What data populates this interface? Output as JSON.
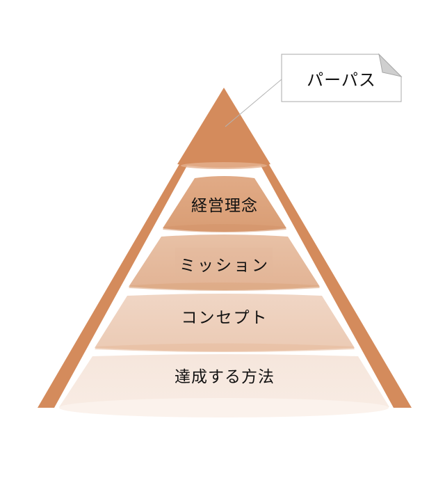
{
  "diagram": {
    "type": "pyramid",
    "callout": {
      "text": "パーパス",
      "points_to": "apex"
    },
    "layers": [
      {
        "label": "経営理念",
        "color": "#dca27c"
      },
      {
        "label": "ミッション",
        "color": "#e5bc9f"
      },
      {
        "label": "コンセプト",
        "color": "#efd3c1"
      },
      {
        "label": "達成する方法",
        "color": "#f6e6dc"
      }
    ],
    "colors": {
      "apex": "#d48b5c",
      "frame": "#d48b5c",
      "callout_border": "#a8a8a8",
      "callout_fold": "#d0d0d0"
    }
  }
}
